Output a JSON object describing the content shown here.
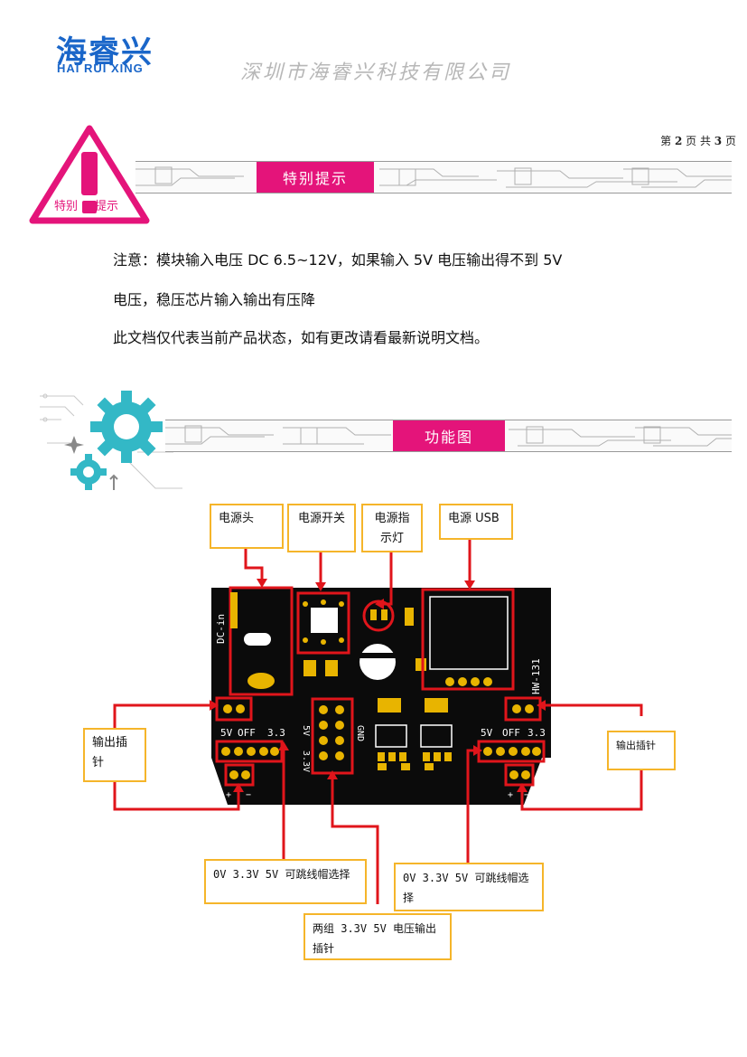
{
  "header": {
    "logo_cn": "海睿兴",
    "logo_en": "HAI RUI XING",
    "company": "深圳市海睿兴科技有限公司",
    "page_prefix": "第",
    "page_current": "2",
    "page_mid": "页 共",
    "page_total": "3",
    "page_suffix": "页"
  },
  "notice": {
    "icon_text_left": "特别",
    "icon_text_right": "提示",
    "band_title": "特别提示",
    "line1": "注意：模块输入电压 DC 6.5~12V，如果输入 5V 电压输出得不到 5V",
    "line2": "电压，稳压芯片输入输出有压降",
    "line3": "此文档仅代表当前产品状态，如有更改请看最新说明文档。"
  },
  "function": {
    "band_title": "功能图"
  },
  "callouts": {
    "power_jack": "电源头",
    "power_switch": "电源开关",
    "power_led": "电源指示灯",
    "power_usb": "电源 USB",
    "output_left": "输出插针",
    "output_right": "输出插针",
    "jumper_left": "0V 3.3V 5V 可跳线帽选择",
    "jumper_right": "0V 3.3V 5V 可跳线帽选择",
    "dual_output": "两组 3.3V 5V 电压输出插针"
  },
  "board": {
    "dc_in": "DC-in",
    "model": "HW-131",
    "left_5v": "5V",
    "left_off": "OFF",
    "left_33": "3.3",
    "right_5v": "5V",
    "right_off": "OFF",
    "right_33": "3.3",
    "mid_5v": "5V",
    "mid_33": "3.3V",
    "gnd": "GND",
    "plus": "+",
    "minus": "−"
  },
  "colors": {
    "accent_pink": "#e4147a",
    "brand_blue": "#1a66c9",
    "callout_border": "#f5b52a",
    "arrow_red": "#e0151b",
    "pcb_black": "#0b0b0b",
    "pad_gold": "#e8b400",
    "gear_teal": "#33b8c6"
  }
}
